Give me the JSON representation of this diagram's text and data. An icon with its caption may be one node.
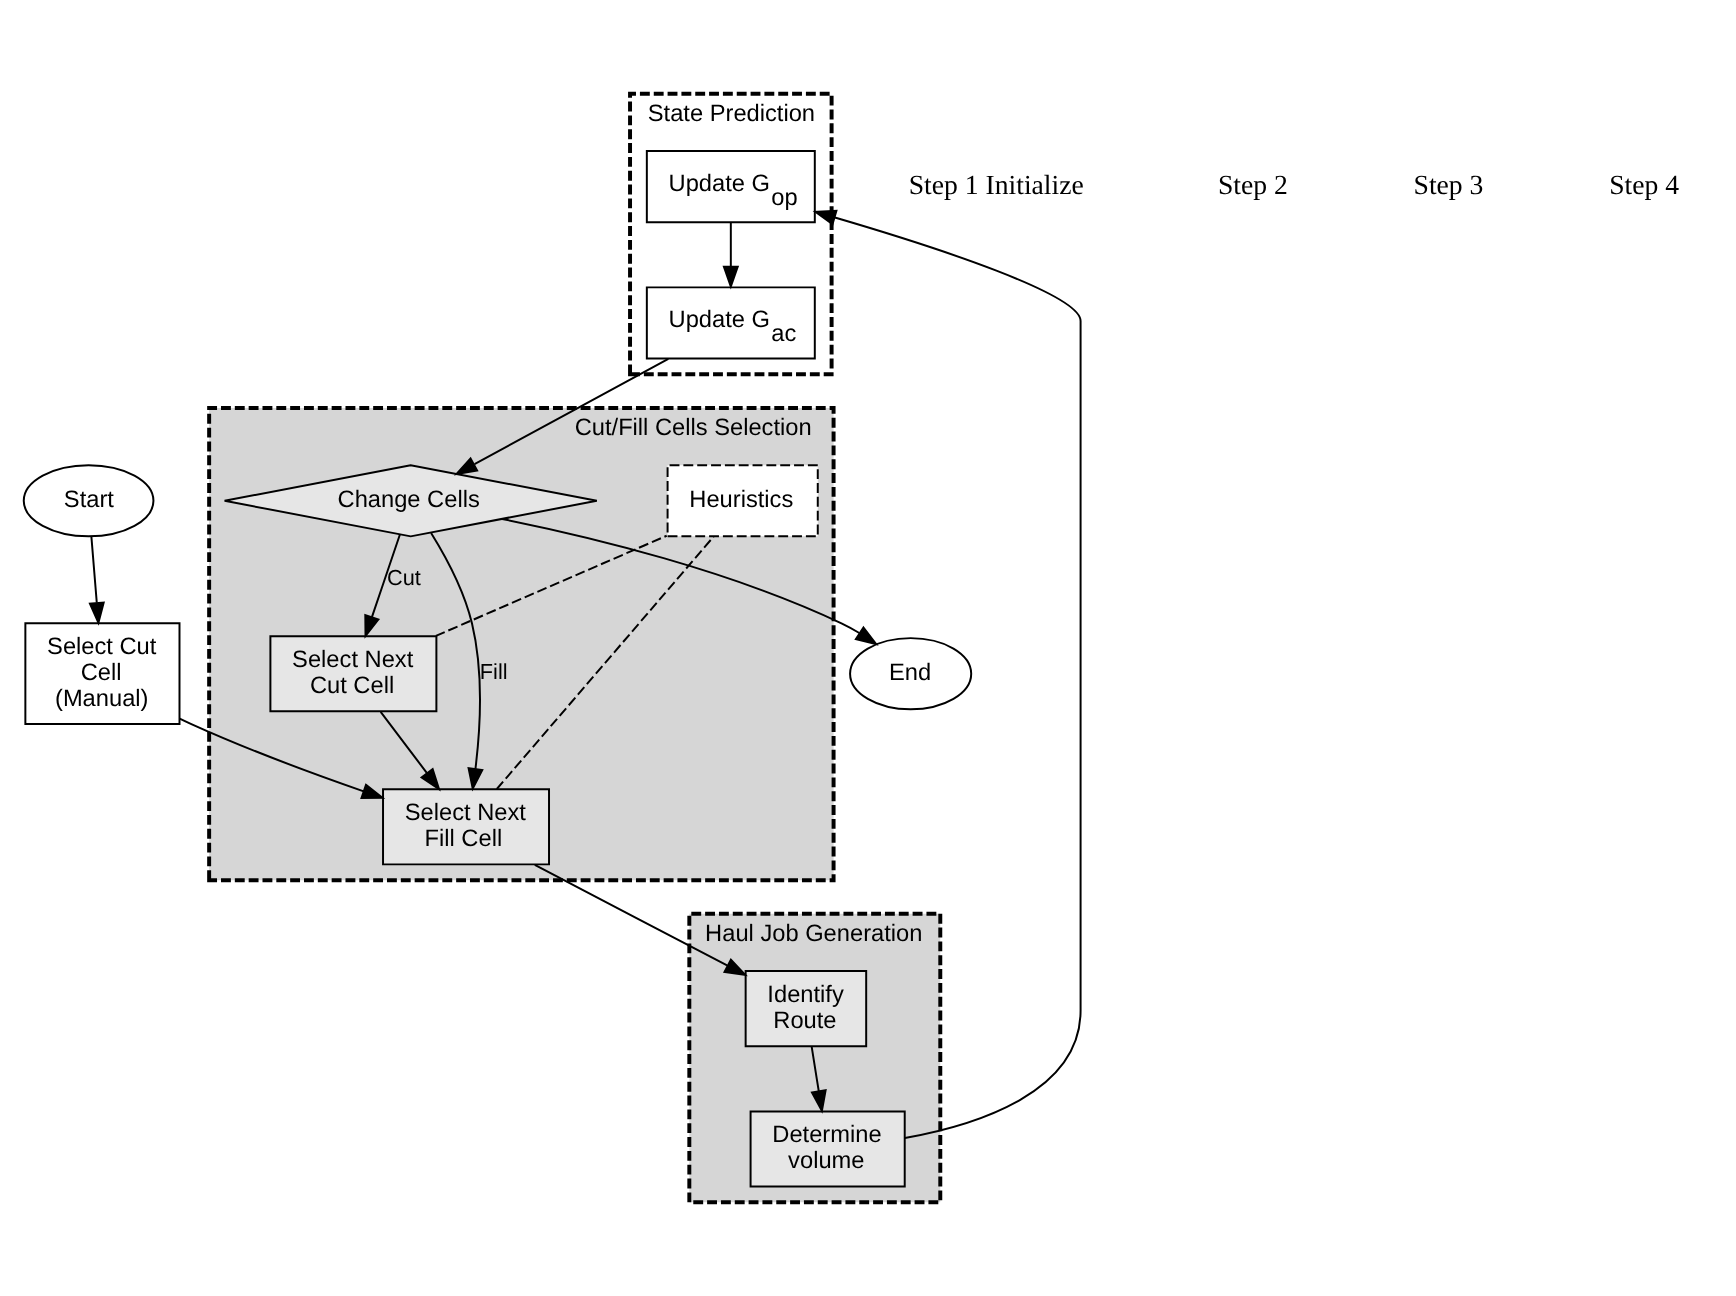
{
  "diagram": {
    "nodes": [
      {
        "text": [
          "Start"
        ]
      },
      {
        "text": [
          "Select Cut Cell (Manual)"
        ]
      },
      {
        "text": [
          "Cut/Fill Cells Selection"
        ]
      },
      {
        "text": [
          "Select Next Cut Cell"
        ],
        "in": 2
      },
      {
        "text": [
          "Heuristics"
        ],
        "in": 2
      },
      {
        "text": [
          "Select Next Fill Cell"
        ],
        "in": 2
      },
      {
        "text": [
          "Change Cells"
        ],
        "in": 2
      },
      {
        "text": [
          "End"
        ]
      },
      {
        "text": [
          "Haul Job Generation"
        ]
      },
      {
        "text": [
          "Identify Route"
        ],
        "in": 8
      },
      {
        "text": [
          "Determine volume"
        ],
        "in": 8
      },
      {
        "text": [
          "State Prediction"
        ]
      },
      {
        "text": [
          "Update G$_{ac}$"
        ],
        "in": 11
      },
      {
        "text": [
          "Update G$_{op}$"
        ],
        "in": 11
      }
    ],
    "edges": [
      {
        "from": 0,
        "to": 1,
        "arrow": "to"
      },
      {
        "from": 1,
        "to": 5,
        "arrow": "to"
      },
      {
        "from": 3,
        "to": 5,
        "arrow": "to"
      },
      {
        "from": 3,
        "to": 4,
        "arrow": "none",
        "style": "dashed"
      },
      {
        "from": 5,
        "to": 4,
        "arrow": "none",
        "style": "dashed"
      },
      {
        "from": 6,
        "to": 3,
        "arrow": "to",
        "label": "Cut"
      },
      {
        "from": 6,
        "to": 5,
        "arrow": "to",
        "label": "Fill"
      },
      {
        "from": 6,
        "to": 7,
        "arrow": "to"
      },
      {
        "from": 5,
        "to": 9,
        "arrow": "to"
      },
      {
        "from": 9,
        "to": 10,
        "arrow": "to"
      },
      {
        "from": 10,
        "to": 13,
        "arrow": "to"
      },
      {
        "from": 13,
        "to": 12,
        "arrow": "to"
      },
      {
        "from": 12,
        "to": 6,
        "arrow": "to"
      }
    ],
    "labels": [
      "Step 1 Initialize",
      "Step 2",
      "Step 3",
      "Step 4"
    ]
  }
}
